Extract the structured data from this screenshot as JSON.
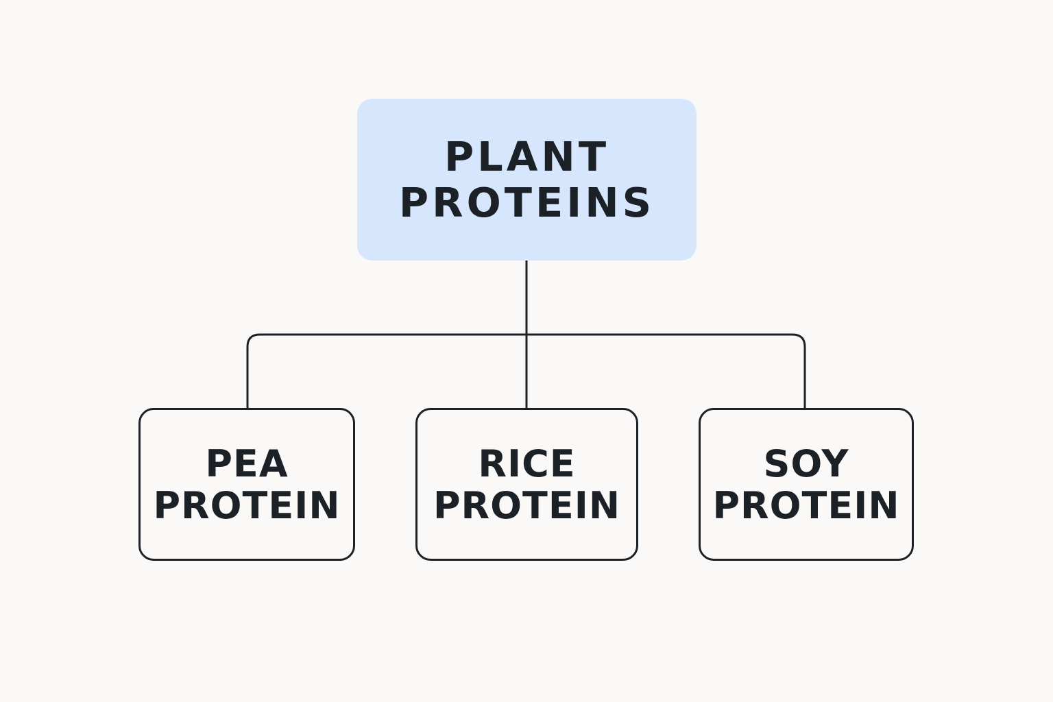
{
  "root": {
    "label_line1": "PLANT",
    "label_line2": "PROTEINS",
    "fill": "#d6e6fd"
  },
  "children": [
    {
      "label_line1": "PEA",
      "label_line2": "PROTEIN"
    },
    {
      "label_line1": "RICE",
      "label_line2": "PROTEIN"
    },
    {
      "label_line1": "SOY",
      "label_line2": "PROTEIN"
    }
  ],
  "colors": {
    "background": "#faf9f7",
    "stroke": "#1c2027"
  }
}
